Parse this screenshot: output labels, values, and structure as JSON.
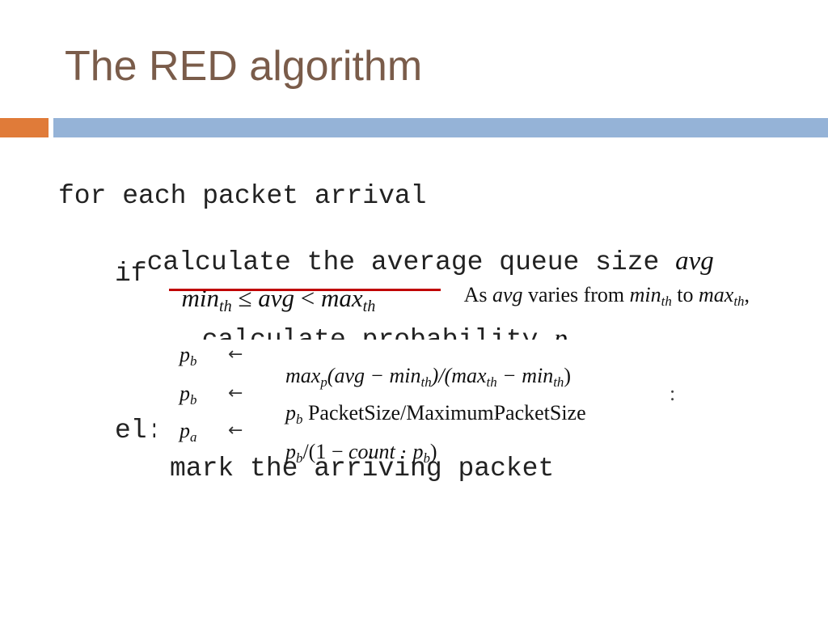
{
  "slide": {
    "title": "The RED algorithm"
  },
  "code": {
    "line1": "for each packet arrival",
    "line2_text": "calculate the average queue size ",
    "line2_var": "avg",
    "line3_kw": "if",
    "line4_text": "calculate probability ",
    "line4_var": "p",
    "line4_sub": "a",
    "line5_else": "el:",
    "line6": "mark the arriving packet"
  },
  "condition": {
    "min": "min",
    "min_sub": "th",
    "op1": " ≤ ",
    "avg": "avg",
    "op2": " < ",
    "max": "max",
    "max_sub": "th"
  },
  "note": {
    "prefix": "As ",
    "avg": "avg",
    "middle": " varies from ",
    "min": "min",
    "min_sub": "th",
    "to": " to ",
    "max": "max",
    "max_sub": "th",
    "suffix": ","
  },
  "equations": {
    "arrow": "←",
    "eq1_lhs": "p",
    "eq1_lhs_sub": "b",
    "eq1_rhs": "max",
    "eq1_rhs_sub": "p",
    "eq1_rest_a": "(avg − min",
    "eq1_rest_b": ")/(max",
    "eq1_rest_c": " − min",
    "eq1_rest_d": ")",
    "th": "th",
    "eq2_lhs": "p",
    "eq2_lhs_sub": "b",
    "eq2_p": "p",
    "eq2_p_sub": "b",
    "eq2_text": " PacketSize/MaximumPacketSize",
    "eq2_tail": ":",
    "eq3_lhs": "p",
    "eq3_lhs_sub": "a",
    "eq3_p": "p",
    "eq3_p_sub": "b",
    "eq3_text_a": "/(1 − ",
    "eq3_count": "count",
    "eq3_text_b": " · ",
    "eq3_p2": "p",
    "eq3_p2_sub": "b",
    "eq3_text_c": ")"
  },
  "colors": {
    "title": "#7a5c4a",
    "bar_orange": "#e07b39",
    "bar_blue": "#95b3d7",
    "underline": "#c00000"
  }
}
